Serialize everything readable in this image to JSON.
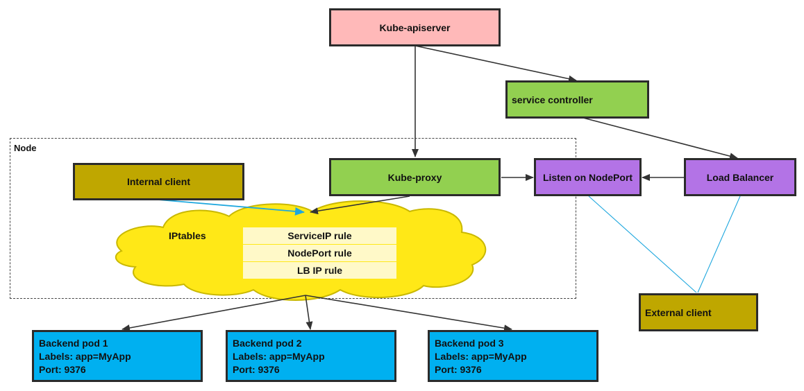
{
  "colors": {
    "apiserver": "#ffb9b9",
    "green": "#92d050",
    "purple": "#b373e6",
    "olive": "#bfa700",
    "pod": "#00b0f0",
    "cloud": "#ffe817",
    "blue_link": "#1ea7de"
  },
  "nodes": {
    "apiserver": "Kube-apiserver",
    "service_controller": "service controller",
    "node_frame": "Node",
    "internal_client": "Internal client",
    "kube_proxy": "Kube-proxy",
    "listen_nodeport": "Listen on NodePort",
    "load_balancer": "Load Balancer",
    "external_client": "External client"
  },
  "iptables": {
    "label": "IPtables",
    "rules": [
      "ServiceIP rule",
      "NodePort rule",
      "LB IP rule"
    ]
  },
  "pods": [
    {
      "name": "Backend pod 1",
      "labels": "Labels: app=MyApp",
      "port": "Port: 9376"
    },
    {
      "name": "Backend pod 2",
      "labels": "Labels: app=MyApp",
      "port": "Port: 9376"
    },
    {
      "name": "Backend pod 3",
      "labels": "Labels: app=MyApp",
      "port": "Port: 9376"
    }
  ]
}
